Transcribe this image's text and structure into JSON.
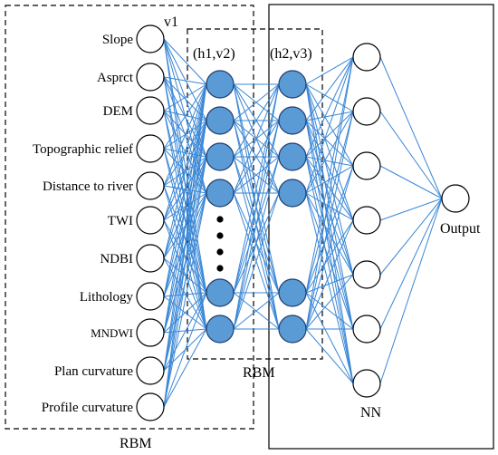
{
  "inputs": {
    "items": [
      {
        "label": "Slope"
      },
      {
        "label": "Asprct"
      },
      {
        "label": "DEM"
      },
      {
        "label": "Topographic relief"
      },
      {
        "label": "Distance to river"
      },
      {
        "label": "TWI"
      },
      {
        "label": "NDBI"
      },
      {
        "label": "Lithology"
      },
      {
        "label": "MNDWI"
      },
      {
        "label": "Plan curvature"
      },
      {
        "label": "Profile curvature"
      }
    ]
  },
  "labels": {
    "v1": "v1",
    "h1v2": "(h1,v2)",
    "h2v3": "(h2,v3)",
    "rbm_outer": "RBM",
    "rbm_inner": "RBM",
    "nn": "NN",
    "output": "Output"
  },
  "hidden_layers": {
    "visible_nodes_per_layer": 6
  },
  "nn_layer": {
    "node_count": 7
  },
  "colors": {
    "edge": "#3a87d6",
    "hidden_fill": "#5b9bd5",
    "hidden_stroke": "#1f3c6e",
    "open_fill": "#ffffff",
    "outline": "#000000"
  }
}
